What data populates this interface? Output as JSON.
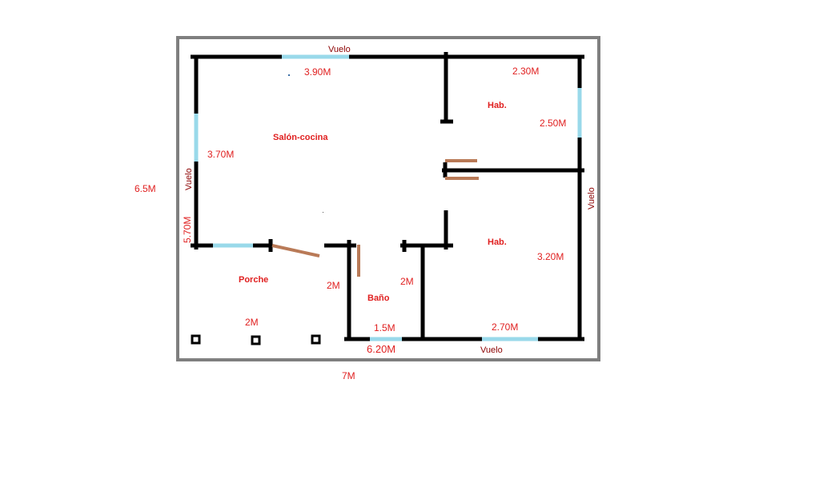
{
  "colors": {
    "border": "#7f7f7f",
    "wall": "#000000",
    "window": "#99d9ea",
    "door": "#b97a57",
    "label": "#e02020",
    "vuelo": "#8b0000"
  },
  "rooms": {
    "salon": "Salón-cocina",
    "hab_top": "Hab.",
    "hab_bottom": "Hab.",
    "porche": "Porche",
    "bano": "Baño"
  },
  "overhangs": {
    "top": "Vuelo",
    "left": "Vuelo",
    "right": "Vuelo",
    "bottom": "Vuelo"
  },
  "dimensions": {
    "top_salon": "3.90M",
    "top_hab": "2.30M",
    "right_hab_top": "2.50M",
    "left_salon": "3.70M",
    "outer_height": "6.5M",
    "left_wall": "5.70M",
    "hab_bottom": "3.20M",
    "porche_side": "2M",
    "bano_left": "2M",
    "bano_right": "2M",
    "bano_window": "1.5M",
    "bottom_window": "2.70M",
    "bottom_total": "6.20M",
    "outer_width": "7M"
  }
}
